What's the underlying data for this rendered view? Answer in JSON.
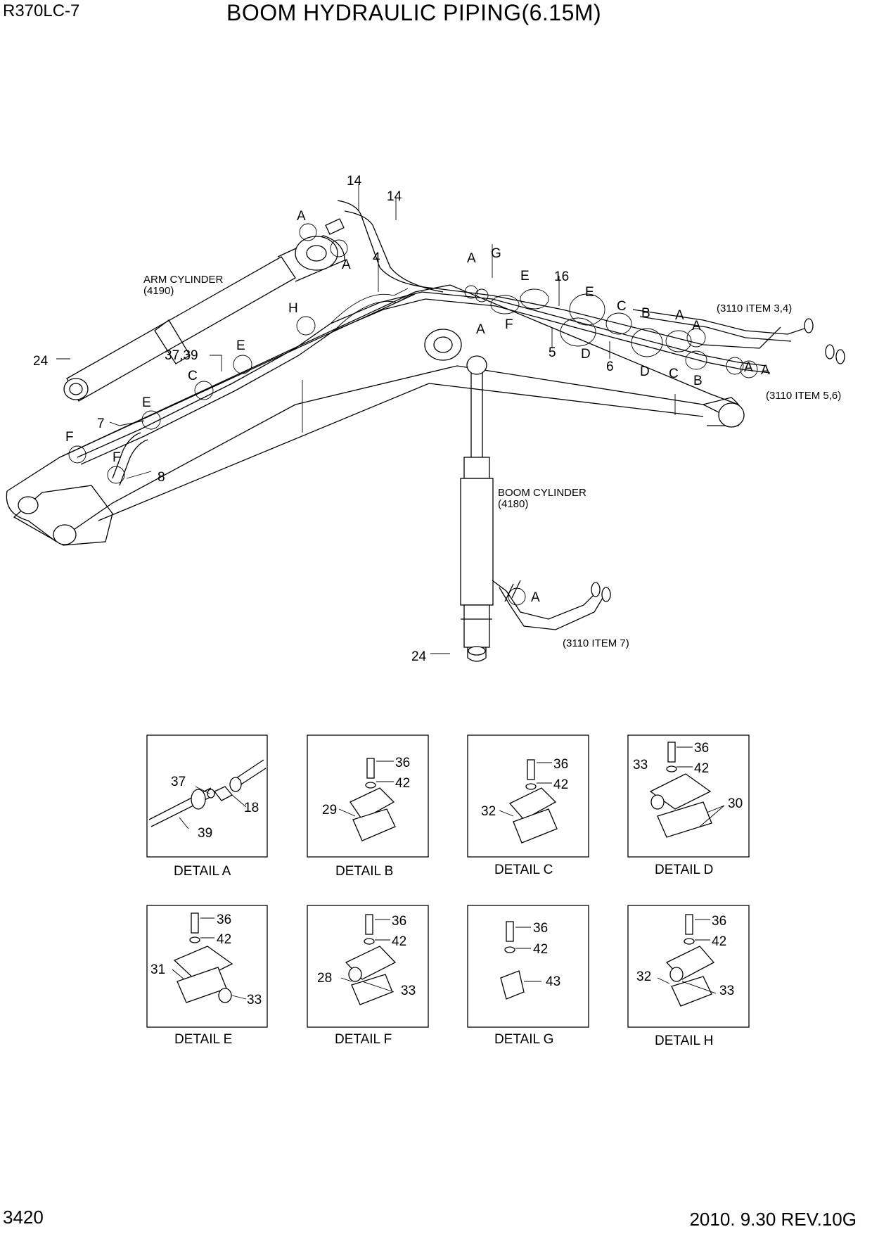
{
  "header": {
    "model": "R370LC-7",
    "title": "BOOM HYDRAULIC PIPING(6.15M)"
  },
  "footer": {
    "page_number": "3420",
    "revision": "2010. 9.30  REV.10G"
  },
  "notes": {
    "arm_cylinder": "ARM CYLINDER",
    "arm_cylinder_ref": "(4190)",
    "boom_cylinder": "BOOM CYLINDER",
    "boom_cylinder_ref": "(4180)",
    "ref_3110_34": "(3110 ITEM 3,4)",
    "ref_3110_56": "(3110 ITEM 5,6)",
    "ref_3110_7": "(3110 ITEM 7)"
  },
  "main_labels": {
    "n14a": "14",
    "n14b": "14",
    "n4": "4",
    "n16": "16",
    "n5": "5",
    "n6": "6",
    "n7": "7",
    "n8": "8",
    "n24a": "24",
    "n24b": "24",
    "n3739": "37,39",
    "A1": "A",
    "A2": "A",
    "A3": "A",
    "A4": "A",
    "A5": "A",
    "A6": "A",
    "A7": "A",
    "A8": "A",
    "A9": "A",
    "G": "G",
    "E1": "E",
    "E2": "E",
    "E3": "E",
    "E4": "E",
    "C1": "C",
    "C2": "C",
    "C3": "C",
    "B1": "B",
    "B2": "B",
    "D1": "D",
    "D2": "D",
    "F1": "F",
    "F2": "F",
    "F3": "F",
    "H": "H"
  },
  "details": [
    {
      "caption": "DETAIL  A",
      "parts": [
        "37",
        "18",
        "39"
      ]
    },
    {
      "caption": "DETAIL  B",
      "parts": [
        "36",
        "42",
        "29"
      ]
    },
    {
      "caption": "DETAIL  C",
      "parts": [
        "36",
        "42",
        "32"
      ]
    },
    {
      "caption": "DETAIL  D",
      "parts": [
        "36",
        "33",
        "42",
        "30"
      ]
    },
    {
      "caption": "DETAIL  E",
      "parts": [
        "36",
        "42",
        "31",
        "33"
      ]
    },
    {
      "caption": "DETAIL  F",
      "parts": [
        "36",
        "42",
        "28",
        "33"
      ]
    },
    {
      "caption": "DETAIL  G",
      "parts": [
        "36",
        "42",
        "43"
      ]
    },
    {
      "caption": "DETAIL  H",
      "parts": [
        "36",
        "42",
        "32",
        "33"
      ]
    }
  ]
}
